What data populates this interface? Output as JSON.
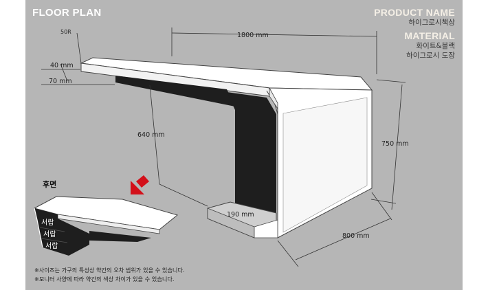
{
  "header": {
    "title": "FLOOR PLAN"
  },
  "product": {
    "name_heading": "PRODUCT NAME",
    "name": "하이그로시책상",
    "material_heading": "MATERIAL",
    "material_lines": [
      "화이트&블랙",
      "하이그로시 도장"
    ]
  },
  "dimensions": {
    "radius": "50R",
    "width": "1800 mm",
    "top_thickness": "40 mm",
    "drawer_height": "70 mm",
    "leg_height": "640 mm",
    "total_height": "750 mm",
    "depth": "800 mm",
    "base_width": "190 mm"
  },
  "back_view": {
    "label": "후면",
    "drawers": [
      "서랍",
      "서랍",
      "서랍"
    ],
    "arrow_color": "#d3101a"
  },
  "notes": [
    "※사이즈는 가구의 특성상 약간의 오차 범위가 있을 수 있습니다.",
    "※모니터 사양에 따라 약간의 색상 차이가 있을 수 있습니다."
  ],
  "colors": {
    "panel": "#b6b6b6",
    "desk_white": "#ffffff",
    "desk_black": "#1e1e1e"
  }
}
